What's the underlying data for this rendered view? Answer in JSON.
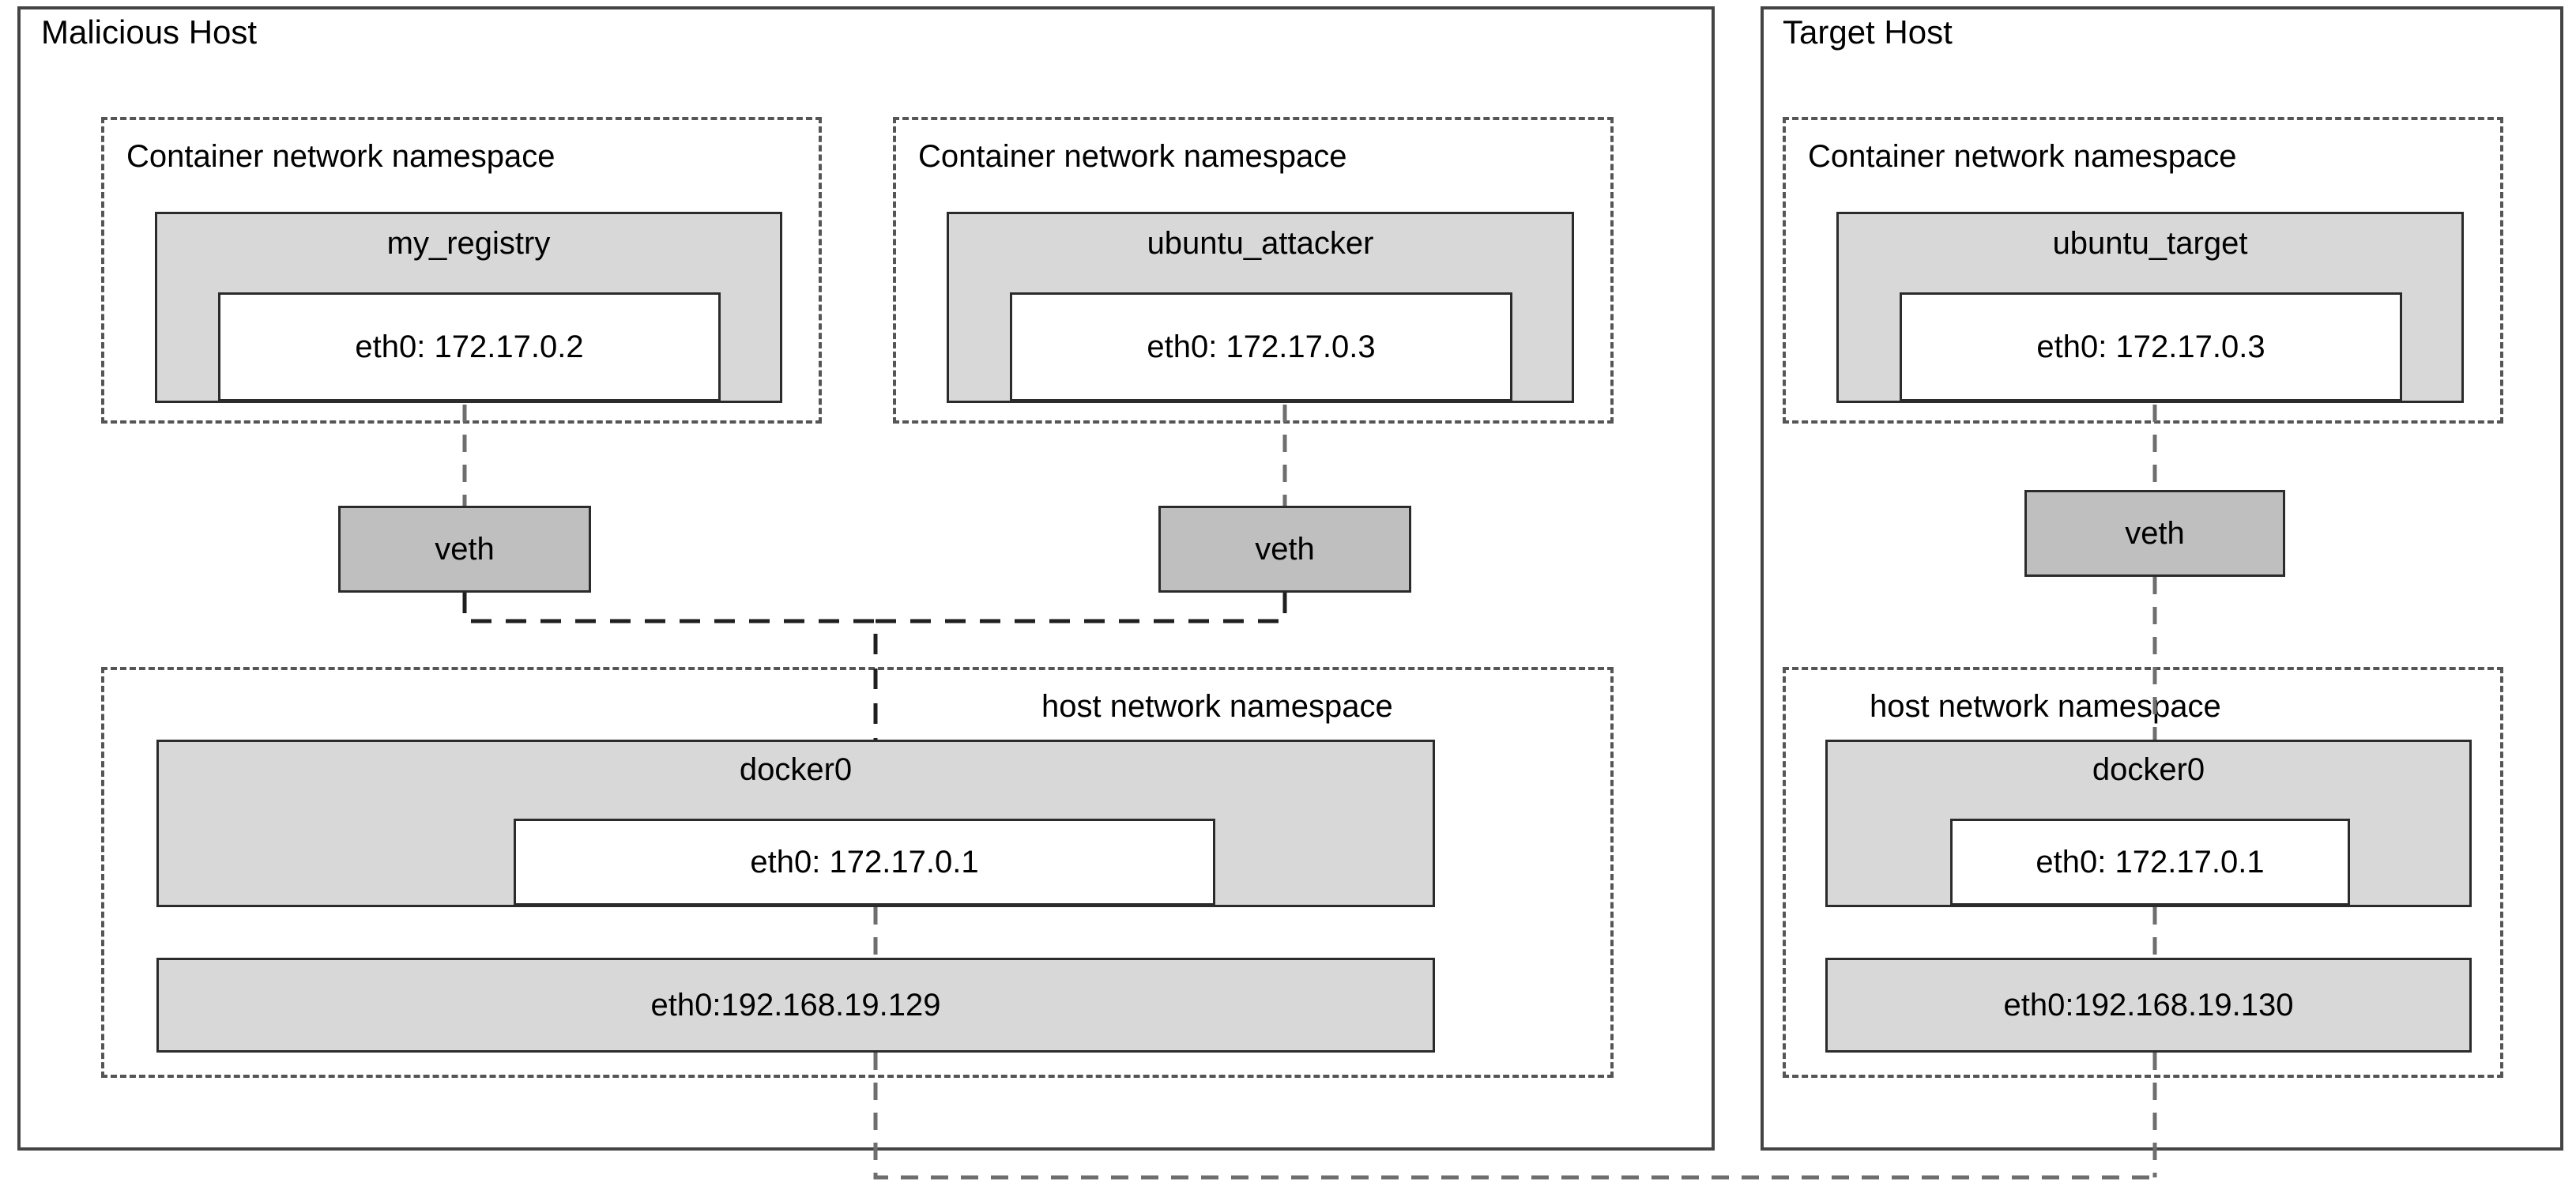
{
  "diagram": {
    "title_malicious_host": "Malicious Host",
    "title_target_host": "Target Host",
    "labels": {
      "container_ns": "Container network namespace",
      "host_ns": "host network namespace",
      "veth": "veth",
      "docker0": "docker0"
    },
    "colors": {
      "box_fill": "#d8d8d8",
      "veth_fill": "#bfbfbf",
      "ip_box_fill": "#ffffff",
      "border": "#2b2b2b",
      "host_border": "#444444",
      "dashed_border": "#555555",
      "connector": "#6e6e6e",
      "text": "#000000",
      "background": "#ffffff"
    }
  },
  "malicious_host": {
    "title": "Malicious Host",
    "container_namespaces": [
      {
        "ns_label": "Container network namespace",
        "container_name": "my_registry",
        "interface": "eth0: 172.17.0.2"
      },
      {
        "ns_label": "Container network namespace",
        "container_name": "ubuntu_attacker",
        "interface": "eth0: 172.17.0.3"
      }
    ],
    "veths": [
      {
        "label": "veth"
      },
      {
        "label": "veth"
      }
    ],
    "host_namespace": {
      "ns_label": "host network namespace",
      "bridge_name": "docker0",
      "bridge_interface": "eth0: 172.17.0.1",
      "host_interface": "eth0:192.168.19.129"
    }
  },
  "target_host": {
    "title": "Target Host",
    "container_namespaces": [
      {
        "ns_label": "Container network namespace",
        "container_name": "ubuntu_target",
        "interface": "eth0: 172.17.0.3"
      }
    ],
    "veths": [
      {
        "label": "veth"
      }
    ],
    "host_namespace": {
      "ns_label": "host network namespace",
      "bridge_name": "docker0",
      "bridge_interface": "eth0: 172.17.0.1",
      "host_interface": "eth0:192.168.19.130"
    }
  }
}
